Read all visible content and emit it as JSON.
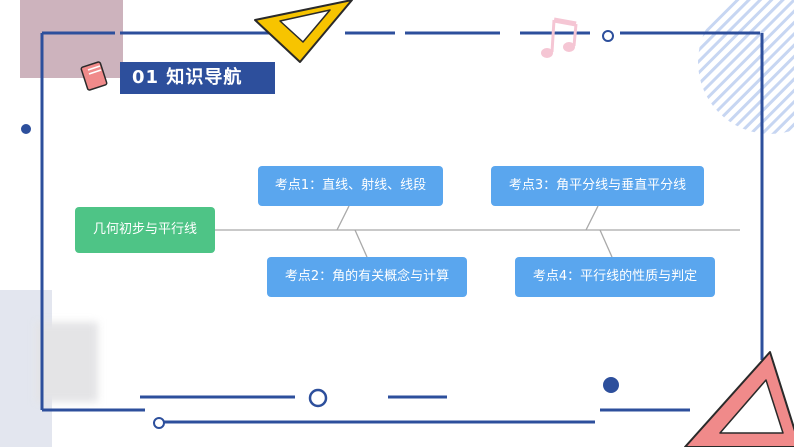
{
  "header": {
    "label": "01  知识导航"
  },
  "diagram": {
    "root": "几何初步与平行线",
    "nodes": [
      {
        "label": "考点1：直线、射线、线段"
      },
      {
        "label": "考点2：角的有关概念与计算"
      },
      {
        "label": "考点3：角平分线与垂直平分线"
      },
      {
        "label": "考点4：平行线的性质与判定"
      }
    ]
  },
  "colors": {
    "frame": "#2d4f9c",
    "node_blue": "#5aa6ee",
    "root_green": "#4ec486",
    "accent_yellow": "#f7c400",
    "accent_pink": "#f08a8a"
  }
}
